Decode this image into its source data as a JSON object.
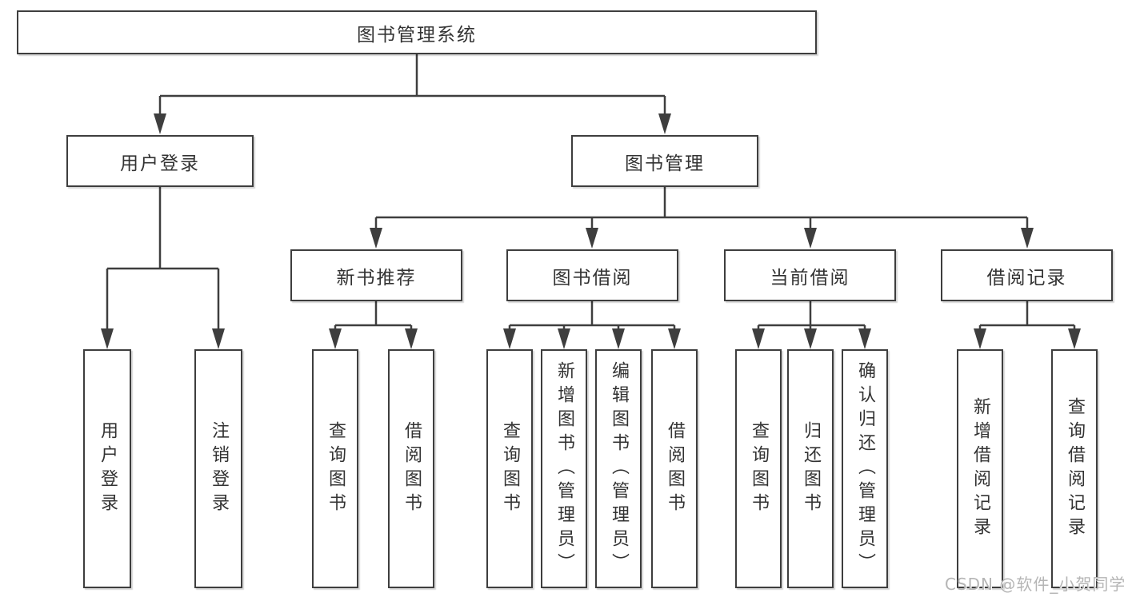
{
  "colors": {
    "line": "#3e3e3e",
    "box_border": "#3e3e3e",
    "box_bg": "#ffffff",
    "text": "#333333",
    "watermark": "#b5b5b5"
  },
  "watermark": "CSDN @软件_小贺同学",
  "tree": {
    "root": {
      "label": "图书管理系统"
    },
    "branches": [
      {
        "label": "用户登录",
        "children": [
          {
            "label": "用户登录"
          },
          {
            "label": "注销登录"
          }
        ]
      },
      {
        "label": "图书管理",
        "children": [
          {
            "label": "新书推荐",
            "children": [
              {
                "label": "查询图书"
              },
              {
                "label": "借阅图书"
              }
            ]
          },
          {
            "label": "图书借阅",
            "children": [
              {
                "label": "查询图书"
              },
              {
                "label": "新增图书（管理员）"
              },
              {
                "label": "编辑图书（管理员）"
              },
              {
                "label": "借阅图书"
              }
            ]
          },
          {
            "label": "当前借阅",
            "children": [
              {
                "label": "查询图书"
              },
              {
                "label": "归还图书"
              },
              {
                "label": "确认归还（管理员）"
              }
            ]
          },
          {
            "label": "借阅记录",
            "children": [
              {
                "label": "新增借阅记录"
              },
              {
                "label": "查询借阅记录"
              }
            ]
          }
        ]
      }
    ]
  }
}
